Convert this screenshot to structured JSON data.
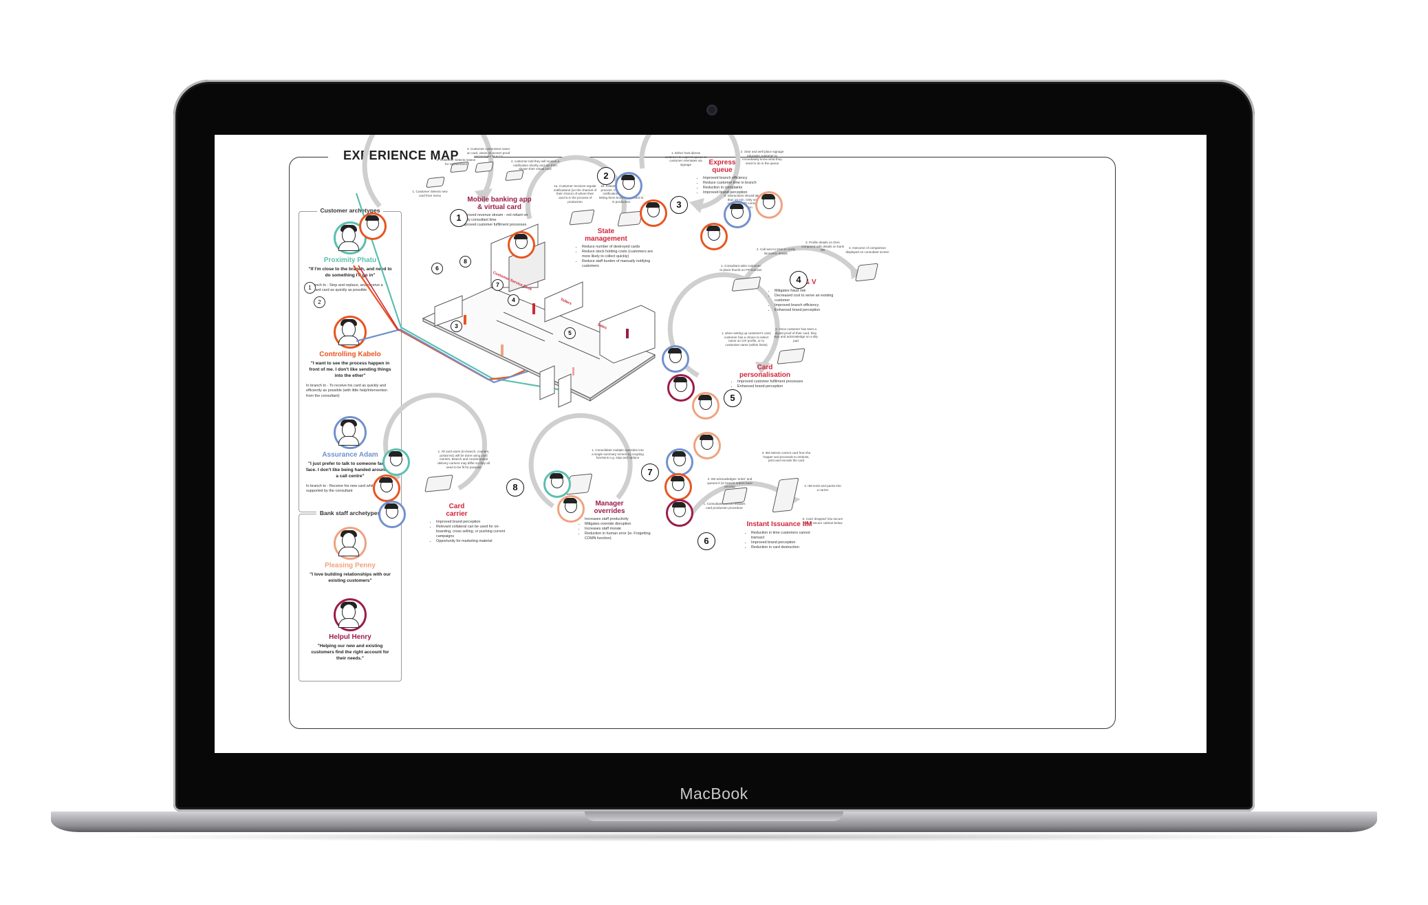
{
  "device": {
    "brand": "MacBook"
  },
  "map": {
    "title": "EXPERIENCE MAP",
    "customer_panel": {
      "title": "Customer archetypes",
      "personas": [
        {
          "name": "Proximity Phatu",
          "color": "#5bbfae",
          "quote": "\"If I'm close to the branch, and need to do something I'll go in\"",
          "desc": "In branch to - Stop and replace, and receive a standard card as quickly as possible"
        },
        {
          "name": "Controlling Kabelo",
          "color": "#e8541f",
          "quote": "\"I want to see the process happen in front of me. I don't like sending things into the ether\"",
          "desc": "In branch to - To receive his card as quickly and efficiently as possible (with little help/intervention from the consultant)"
        },
        {
          "name": "Assurance Adam",
          "color": "#7190cc",
          "quote": "\"I just prefer to talk to someone face to face. I don't like being handed around on a call centre\"",
          "desc": "In branch to - Receive his new card whilst being supported by the consultant"
        }
      ]
    },
    "staff_panel": {
      "title": "Bank staff archetypes",
      "personas": [
        {
          "name": "Pleasing Penny",
          "color": "#f0a27e",
          "quote": "\"I love building relationships with our existing customers\""
        },
        {
          "name": "Helpul Henry",
          "color": "#9c1b4a",
          "quote": "\"Helping our new and existing customers find the right account for their needs.\""
        }
      ]
    },
    "path_numbers": [
      "1",
      "2"
    ],
    "floor": {
      "labels": [
        "Customer Service Desk",
        "Tellers",
        "Sales"
      ],
      "numbers": [
        "1",
        "2",
        "3",
        "4",
        "5",
        "6",
        "7",
        "8"
      ]
    },
    "stages": [
      {
        "num": "1",
        "title": "Mobile banking app & virtual card",
        "color": "#9c1b4a",
        "steps": [
          "1. Customer Selects new card from menu",
          "2. Customer Selects reason for replacement",
          "3. Customer customises name on card, views on screen proof and accepts Ts & Cs",
          "4. customer told they will receive a notification shortly and are then shown their virtual card"
        ],
        "bullets": [
          "Improved revenue stream - not reliant on costly consultant time",
          "Improved customer fulfilment processes"
        ]
      },
      {
        "num": "2",
        "title": "State management",
        "color": "#d0263a",
        "steps": [
          "1a. Customer receives regular notifications (on the channel of their choice) of where their card is in the process of production",
          "1b. Instant Issuance Machine process. Consultant receives notifications from machine letting them know where card is in production"
        ],
        "bullets": [
          "Reduce number of destroyed cards",
          "Reduce stock holding costs (customers are more likely to collect quickly)",
          "Reduce staff burden of manually notifying customers"
        ]
      },
      {
        "num": "3",
        "title": "Express queue",
        "color": "#d0263a",
        "steps": [
          "1. Either host directs customer to express queue or customer orientates via signage",
          "2. clear and well place signage educates customer to immediately know what they need to do in the queue",
          "3. Interactions should take less than 10 min. Only one per customer with consultants discretion"
        ],
        "bullets": [
          "Improved branch efficiency",
          "Reduce customer time in branch",
          "Reduction in complaints",
          "Improved brand perception"
        ]
      },
      {
        "num": "4",
        "title": "ID & V",
        "color": "#d0263a",
        "steps": [
          "1. Consultant asks customer to place thumb on FP scanner",
          "2. Call sent to DHA to verify Biometric details",
          "3. Profile details on DHA compared with details on bank DB",
          "4. Outcome of comparison displayed on consultant screen"
        ],
        "bullets": [
          "Mitigates fraud risk",
          "Decreased cost to serve an existing customer",
          "Improved branch efficiency",
          "Enhanced brand perception"
        ]
      },
      {
        "num": "5",
        "title": "Card personalisation",
        "color": "#d0263a",
        "steps": [
          "1. when setting up customer's card, customer has a choice to select name on CIF profile, or to customise name (within limits)",
          "2. Once customer has seen a digital proof of their card, they sign and acknowledge on a slip pad"
        ],
        "bullets": [
          "Improved customer fulfilment processes",
          "Enhanced brand perception"
        ]
      },
      {
        "num": "6",
        "title": "Instant Issuance IIM",
        "color": "#d0263a",
        "steps": [
          "1. Consultant/IIM/CIO initiates card production procedure",
          "2. IIM acknowledges 'order' and queues it (in branch orders have priority)",
          "3. IIM selects correct card from the hopper and proceeds to emboss, print and encode the card",
          "4. IIM sorts and packs into a carrier",
          "5. Card 'dropped' into secure tray at secure cabinet below"
        ],
        "bullets": [
          "Reduction in time customers cannot transact",
          "Improved brand perception",
          "Reduction in card destruction"
        ]
      },
      {
        "num": "7",
        "title": "Manager overrides",
        "color": "#9c1b4a",
        "steps": [
          "1. Consolidate multiple overrides into a single summary screen by coupling functions e.g. stop and replace"
        ],
        "bullets": [
          "Increases staff productivity",
          "Mitigates override disruption",
          "Increases staff morale",
          "Reduction in human error (ie. Forgetting COMN function)"
        ]
      },
      {
        "num": "8",
        "title": "Card carrier",
        "color": "#d0263a",
        "steps": [
          "1. All card users (in-branch, couriers, postal etc) will be done using card carriers. Branch and courier/postal delivery carriers may differ so they all need to be fit for purpose"
        ],
        "bullets": [
          "Improved brand perception",
          "Relevant collateral can be used for on-boarding, cross selling, or pushing current campaigns",
          "Opportunity for marketing material"
        ]
      }
    ]
  }
}
